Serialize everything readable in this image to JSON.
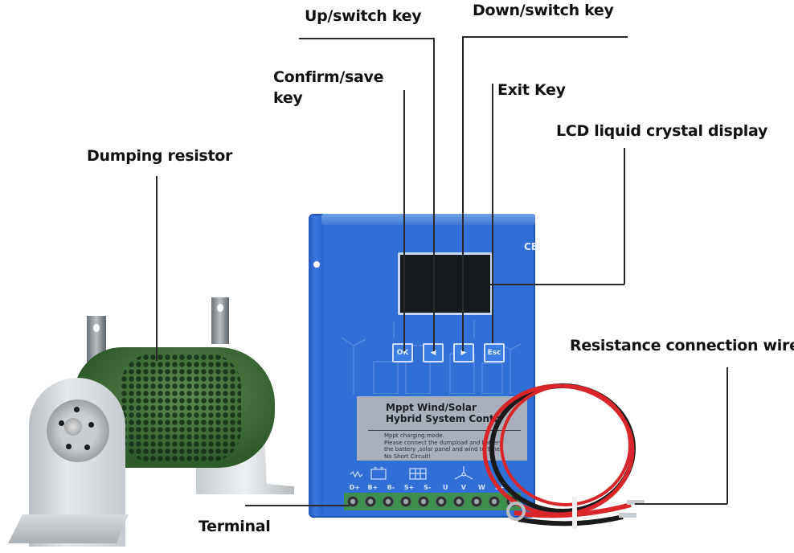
{
  "diagram": {
    "subject": "MPPT wind/solar hybrid charge controller with dumping resistor and connection wire",
    "callouts": [
      {
        "id": "up_switch_key",
        "text": "Up/switch key"
      },
      {
        "id": "down_switch_key",
        "text": "Down/switch key"
      },
      {
        "id": "confirm_save_key",
        "text": "Confirm/save\nkey",
        "lines": [
          "Confirm/save",
          "key"
        ]
      },
      {
        "id": "exit_key",
        "text": "Exit Key"
      },
      {
        "id": "lcd_display",
        "text": "LCD liquid crystal display"
      },
      {
        "id": "dumping_resistor",
        "text": "Dumping resistor"
      },
      {
        "id": "resistance_connection_wire",
        "text": "Resistance connection wire"
      },
      {
        "id": "terminal",
        "text": "Terminal"
      }
    ]
  },
  "controller": {
    "certification_mark": "CE",
    "keys": [
      {
        "label": "OK",
        "function": "confirm-save"
      },
      {
        "label": "◀",
        "function": "up-switch"
      },
      {
        "label": "▶",
        "function": "down-switch"
      },
      {
        "label": "Esc",
        "function": "exit"
      }
    ],
    "panel": {
      "title_line1": "Mppt Wind/Solar",
      "title_line2": "Hybrid System Contr",
      "body_lines": [
        "Mppt charging mode.",
        "Please connect the dumpload and battery",
        "the battery ,solar panel and wind turbine",
        "No Short Circuit!"
      ]
    },
    "terminal_labels": [
      "D+",
      "B+",
      "B-",
      "S+",
      "S-",
      "U",
      "V",
      "W",
      "L+"
    ],
    "terminal_icons": [
      "resistor-icon",
      "battery-icon",
      "solar-panel-icon",
      "wind-turbine-icon"
    ]
  },
  "colors": {
    "controller_blue": "#2f6fd6",
    "resistor_green": "#3f6b3a",
    "terminal_green": "#3c8f4c",
    "wire_red": "#d8262a",
    "wire_black": "#1a1a1a",
    "label_text": "#111111"
  }
}
